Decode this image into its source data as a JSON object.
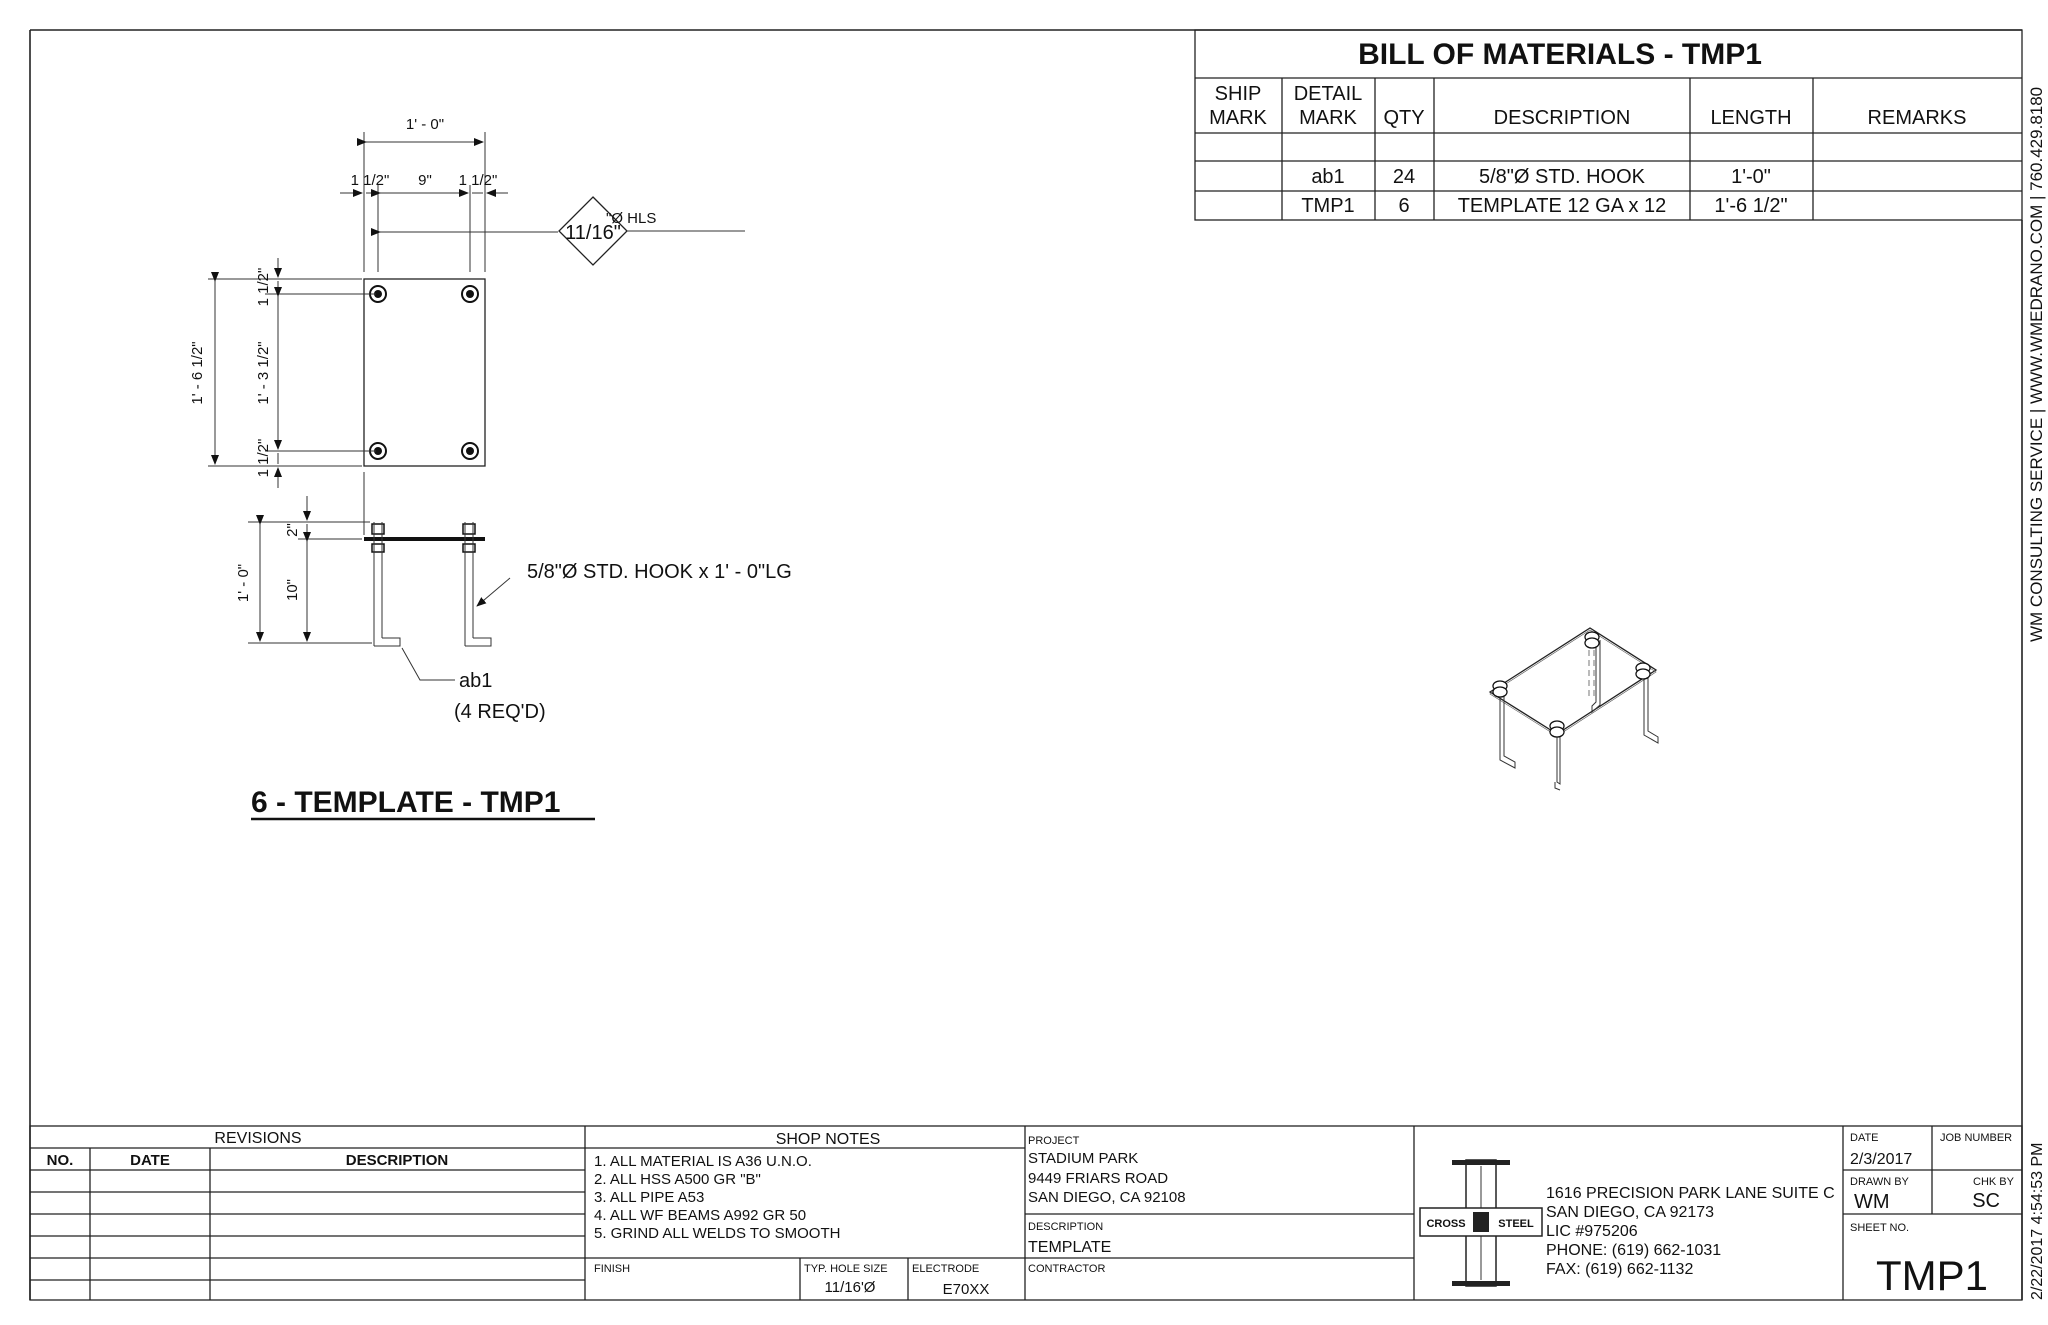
{
  "bom": {
    "title": "BILL OF MATERIALS - TMP1",
    "headers": {
      "ship_mark": [
        "SHIP",
        "MARK"
      ],
      "detail_mark": [
        "DETAIL",
        "MARK"
      ],
      "qty": "QTY",
      "description": "DESCRIPTION",
      "length": "LENGTH",
      "remarks": "REMARKS"
    },
    "rows": [
      {
        "ship_mark": "",
        "detail_mark": "ab1",
        "qty": "24",
        "description": "5/8\"Ø STD. HOOK",
        "length": "1'-0\"",
        "remarks": ""
      },
      {
        "ship_mark": "",
        "detail_mark": "TMP1",
        "qty": "6",
        "description": "TEMPLATE 12 GA x 12",
        "length": "1'-6 1/2\"",
        "remarks": ""
      }
    ]
  },
  "drawing": {
    "dims": {
      "overall_width": "1' - 0\"",
      "edge_left": "1 1/2\"",
      "spacing": "9\"",
      "edge_right": "1 1/2\"",
      "overall_height": "1' - 6 1/2\"",
      "edge_top": "1 1/2\"",
      "hole_spacing_v": "1' - 3 1/2\"",
      "edge_bottom": "1 1/2\"",
      "bolt_length": "1' - 0\"",
      "projection": "2\"",
      "embed": "10\""
    },
    "hole_tag": "11/16\"",
    "hole_callout": "\"Ø  HLS",
    "hook_callout": "5/8\"Ø STD. HOOK x 1' - 0\"LG",
    "part_mark": "ab1",
    "part_qty": "(4 REQ'D)",
    "title": "6 -  TEMPLATE -  TMP1"
  },
  "side_text": "WM  CONSULTING SERVICE | WWW.WMEDRANO.COM | 760.429.8180",
  "timestamp": "2/22/2017 4:54:53 PM",
  "title_block": {
    "revisions": {
      "title": "REVISIONS",
      "headers": {
        "no": "NO.",
        "date": "DATE",
        "description": "DESCRIPTION"
      }
    },
    "shop_notes": {
      "title": "SHOP NOTES",
      "notes": [
        "1. ALL MATERIAL IS A36 U.N.O.",
        "2. ALL HSS A500 GR \"B\"",
        "3. ALL PIPE A53",
        "4. ALL WF BEAMS A992 GR 50",
        "5. GRIND ALL WELDS TO SMOOTH"
      ],
      "finish_label": "FINISH",
      "hole_size_label": "TYP. HOLE SIZE",
      "hole_size": "11/16'Ø",
      "electrode_label": "ELECTRODE",
      "electrode": "E70XX"
    },
    "project": {
      "label": "PROJECT",
      "lines": [
        "STADIUM PARK",
        "9449 FRIARS ROAD",
        "SAN DIEGO, CA 92108"
      ],
      "description_label": "DESCRIPTION",
      "description": "TEMPLATE",
      "contractor_label": "CONTRACTOR"
    },
    "company": {
      "logo_left": "CROSS",
      "logo_right": "STEEL",
      "lines": [
        "1616 PRECISION PARK LANE SUITE C",
        "SAN DIEGO, CA 92173",
        "LIC #975206",
        "PHONE: (619) 662-1031",
        "FAX: (619) 662-1132"
      ]
    },
    "date_label": "DATE",
    "date": "2/3/2017",
    "job_number_label": "JOB NUMBER",
    "drawn_by_label": "DRAWN BY",
    "drawn_by": "WM",
    "chk_by_label": "CHK BY",
    "chk_by": "SC",
    "sheet_no_label": "SHEET NO.",
    "sheet_no": "TMP1"
  }
}
